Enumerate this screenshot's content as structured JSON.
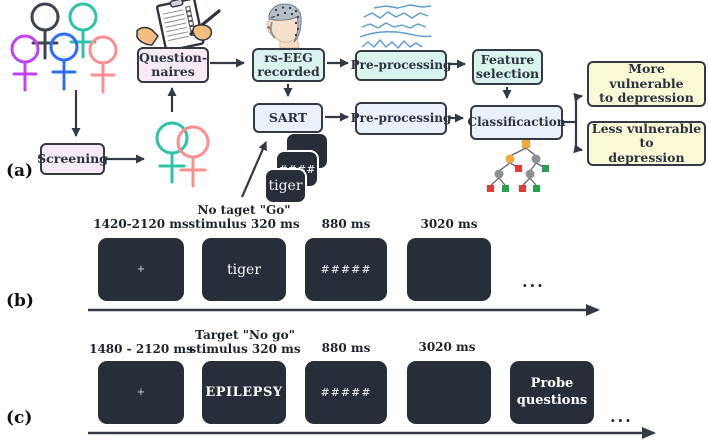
{
  "colors": {
    "mint": "#d9f4ec",
    "light_blue": "#eaf1fb",
    "pink_box": "#f7e9f6",
    "yellow_box": "#fbf8d6",
    "screen_dark": "#272e39",
    "ink": "#333a45",
    "wave_blue": "#5b9bd5",
    "symbol_black": "#3e4551",
    "symbol_teal": "#2cc3a7",
    "symbol_purple": "#bd43f3",
    "symbol_blue": "#2f6cf6",
    "symbol_pink": "#fb8f90",
    "tree_orange": "#f3a83c",
    "tree_gray": "#8b9197",
    "tree_red": "#e03a31",
    "tree_green": "#27a24b"
  },
  "icons": {
    "participants": "female-gender-symbols",
    "screened_pair": "female-gender-symbols",
    "questionnaire": "clipboard-checklist",
    "eeg_recording": "head-with-eeg-cap",
    "eeg_signals": "eeg-waves",
    "classifier": "decision-tree",
    "stimulus_cards": "stacked-dark-cards"
  },
  "panel_a": {
    "label": "(a)",
    "screening": "Screening",
    "questionnaires": "Question-\nnaires",
    "rs_eeg": "rs-EEG\nrecorded",
    "pre_processing_top": "Pre-processing",
    "pre_processing_bottom": "Pre-processing",
    "feature_selection": "Feature\nselection",
    "sart": "SART",
    "classification": "Classificaction",
    "outcome_more": "More vulnerable\nto depression",
    "outcome_less": "Less vulnerable to\ndepression",
    "card_hash": "####",
    "card_tiger": "tiger"
  },
  "panel_b": {
    "label": "(b)",
    "ellipsis": "...",
    "screens": [
      {
        "caption": "1420-2120 ms",
        "content": "+"
      },
      {
        "caption": "No taget \"Go\"\nstimulus 320 ms",
        "content": "tiger"
      },
      {
        "caption": "880 ms",
        "content": "#####"
      },
      {
        "caption": "3020 ms",
        "content": ""
      }
    ]
  },
  "panel_c": {
    "label": "(c)",
    "ellipsis": "...",
    "screens": [
      {
        "caption": "1480 - 2120 ms",
        "content": "+"
      },
      {
        "caption": "Target \"No go\"\nstimulus 320 ms",
        "content": "EPILEPSY"
      },
      {
        "caption": "880 ms",
        "content": "#####"
      },
      {
        "caption": "3020 ms",
        "content": ""
      },
      {
        "caption": "",
        "content": "Probe\nquestions"
      }
    ]
  }
}
